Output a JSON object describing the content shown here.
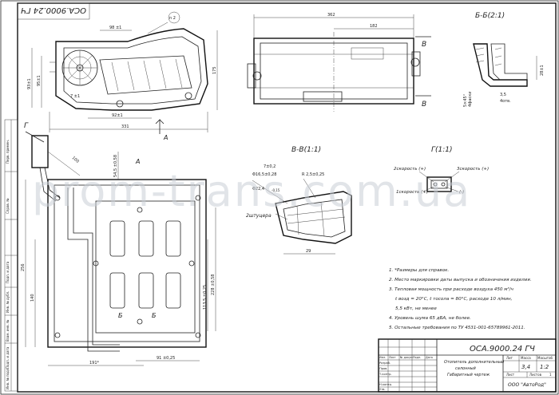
{
  "watermark": "prom-trans.com.ua",
  "top_stamp": "ОСА.9000.24 ГЧ",
  "sections": {
    "bb": "Б-Б(2:1)",
    "vv": "В-В(1:1)",
    "g": "Г(1:1)",
    "a_view": "А",
    "g_marker": "Г",
    "v_marker": "В",
    "b_marker": "Б",
    "a_marker": "А"
  },
  "dimensions": {
    "d98": "98 ±1",
    "n2": "n 2",
    "d93": "93±1",
    "d95": "95±1",
    "d175": "175",
    "d7": "7 ±1",
    "d92": "92±1",
    "d331": "331",
    "d362": "362",
    "d182": "182",
    "d28": "28±1",
    "d5x45": "5×45°",
    "d4": "4фаски",
    "d35": "3,5",
    "d4otv": "4отв.",
    "d100": "100",
    "d545": "54,5 ±0,58",
    "d256": "256",
    "d140": "140",
    "d1135": "113,5 ±0,25",
    "d228": "228 ±0,58",
    "d191": "191*",
    "d91": "91 ±0,25",
    "d7_2": "7±0,2",
    "d165": "Φ16,5±0,28",
    "d825": "R 2,5±0,25",
    "d224": "Φ22,4",
    "d015": "-0,15",
    "d29": "29",
    "shtutser": "2штуцера"
  },
  "speeds": {
    "s2": "2скорость (+)",
    "s3": "3скорость (+)",
    "s1": "1скорость (+)",
    "minus": "(-)"
  },
  "notes": [
    "1. *Размеры для справок.",
    "2. Место маркировки даты выпуска и обозначения изделия.",
    "3. Тепловая мощность при расходе воздуха 450 м³/ч",
    "t возд = 20°С, t тосола = 80°С, расходе 10 л/мин,",
    "5,5 кВт, не менее",
    "4. Уровень шума 65 дБА, не более.",
    "5. Остальные требования по ТУ 4531-001-65789961-2011."
  ],
  "title_block": {
    "doc_number": "ОСА.9000.24  ГЧ",
    "name_line1": "Отопитель дополнительный",
    "name_line2": "салонный",
    "name_line3": "Габаритный чертеж",
    "lit_header": "Лит",
    "mass_header": "Масса",
    "scale_header": "Масштаб",
    "mass": "3,4",
    "scale": "1:2",
    "sheet_label": "Лист",
    "sheets_label": "Листов",
    "sheets_count": "1",
    "company": "ООО \"АвтоРод\"",
    "rows": [
      "Изм.",
      "Лист",
      "№ докум.",
      "Подп.",
      "Дата"
    ],
    "roles": [
      "Разраб.",
      "Пров.",
      "Т.контр.",
      "",
      "Н.контр.",
      "Утв."
    ]
  },
  "side_stamps": [
    "Перв. примен.",
    "Справ. №",
    "Подп. и дата",
    "Инв. № дубл.",
    "Взам. инв. №",
    "Подп. и дата",
    "Инв. № подл."
  ]
}
